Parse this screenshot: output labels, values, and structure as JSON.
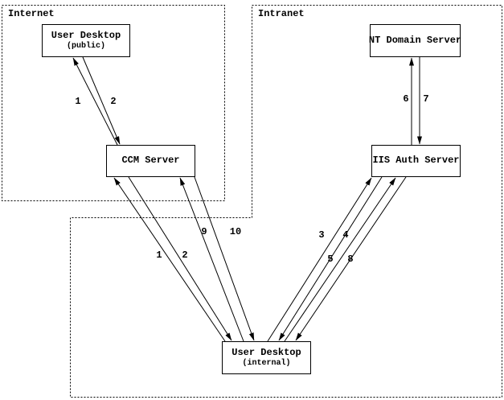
{
  "page": {
    "background_color": "#ffffff",
    "line_color": "#000000"
  },
  "zones": {
    "internet": {
      "label": "Internet"
    },
    "intranet": {
      "label": "Intranet"
    }
  },
  "nodes": {
    "user_desktop_public": {
      "title": "User Desktop",
      "subtitle": "(public)"
    },
    "ccm_server": {
      "title": "CCM Server"
    },
    "nt_domain_server": {
      "title": "NT Domain Server"
    },
    "iis_auth_server": {
      "title": "IIS Auth Server"
    },
    "user_desktop_internal": {
      "title": "User Desktop",
      "subtitle": "(internal)"
    }
  },
  "edges": {
    "public_desktop_ccm": {
      "up_label": "1",
      "down_label": "2"
    },
    "nt_iis": {
      "up_label": "6",
      "down_label": "7"
    },
    "ccm_internal_desktop_a": {
      "up_label": "1",
      "down_label": "2"
    },
    "ccm_internal_desktop_b": {
      "up_label": "9",
      "down_label": "10"
    },
    "iis_internal_desktop_a": {
      "up_label": "3",
      "down_label": "4"
    },
    "iis_internal_desktop_b": {
      "up_label": "5",
      "down_label": "8"
    }
  }
}
